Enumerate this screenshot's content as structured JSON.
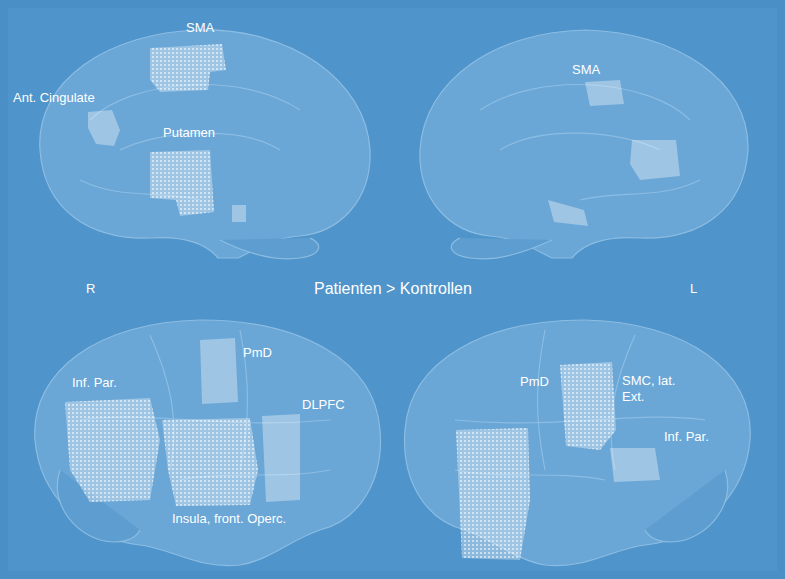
{
  "diagram": {
    "title": "Patienten > Kontrollen",
    "labels": [
      "SMA",
      "Ant. Cingulate",
      "Putamen",
      "SMA",
      "R",
      "L",
      "Inf. Par.",
      "PmD",
      "DLPFC",
      "Insula, front. Operc.",
      "PmD",
      "SMC, lat. Ext.",
      "Inf. Par."
    ]
  }
}
